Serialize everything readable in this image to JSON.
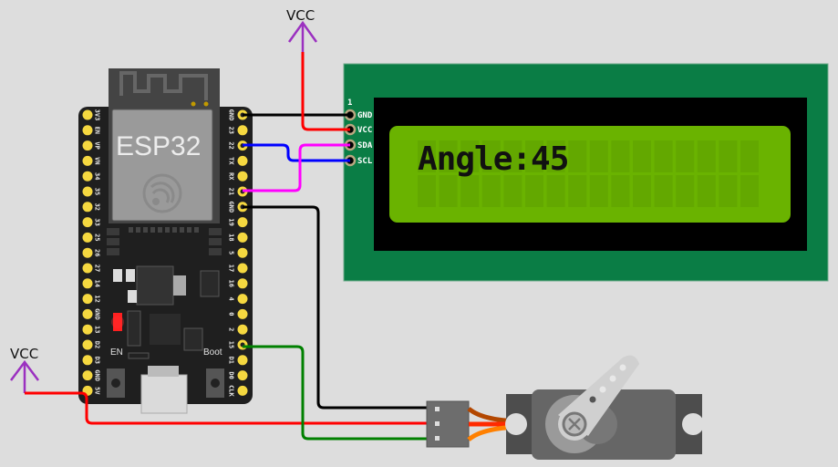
{
  "power_labels": {
    "vcc_top": "VCC",
    "vcc_left": "VCC"
  },
  "esp32": {
    "chip_label": "ESP32",
    "en_label": "EN",
    "boot_label": "Boot",
    "left_pins": [
      "3V3",
      "EN",
      "VP",
      "VN",
      "34",
      "35",
      "32",
      "33",
      "25",
      "26",
      "27",
      "14",
      "12",
      "GND",
      "13",
      "D2",
      "D3",
      "GND",
      "5V"
    ],
    "right_pins": [
      "GND",
      "23",
      "22",
      "TX",
      "RX",
      "21",
      "GND",
      "19",
      "18",
      "5",
      "17",
      "16",
      "4",
      "0",
      "2",
      "15",
      "D1",
      "D0",
      "CLK"
    ]
  },
  "lcd": {
    "pin1_label": "1",
    "pins": [
      "GND",
      "VCC",
      "SDA",
      "SCL"
    ],
    "line1": "Angle:45",
    "line2": "",
    "columns": 16,
    "rows": 2
  },
  "servo": {
    "angle_deg": 45,
    "wire_colors": [
      "#b34700",
      "#ff2a00",
      "#ff8000"
    ]
  },
  "colors": {
    "background": "#dddddd",
    "wire_black": "#000000",
    "wire_red": "#ff0000",
    "wire_blue": "#0000ff",
    "wire_magenta": "#ff00ff",
    "wire_green": "#008000",
    "vcc_symbol": "#9b30c0",
    "lcd_pcb": "#0a7d45",
    "lcd_backlight": "#6ab300"
  }
}
